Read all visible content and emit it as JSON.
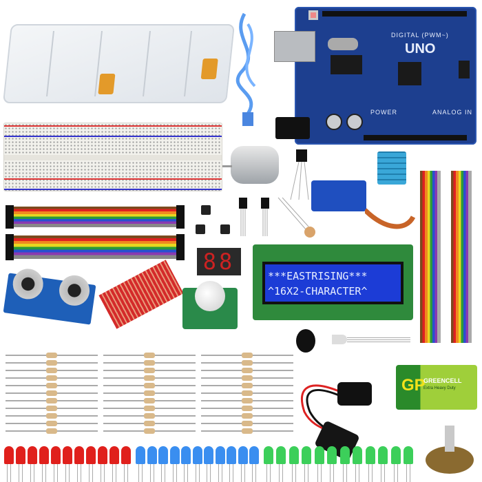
{
  "arduino": {
    "model_label": "UNO",
    "digital_label": "DIGITAL (PWM~)",
    "power_label": "POWER",
    "analog_label": "ANALOG IN",
    "board_color": "#1d3f8f"
  },
  "lcd": {
    "line1": "***EASTRISING***",
    "line2": "^16X2-CHARACTER^",
    "screen_color": "#1c3cd6",
    "pcb_color": "#2f8a3c"
  },
  "seven_segment": {
    "display": "88"
  },
  "battery": {
    "brand": "GP",
    "name": "GREENCELL",
    "subtitle": "Extra Heavy Duty"
  },
  "leds": {
    "red": {
      "count": 11,
      "color": "#e0201c"
    },
    "blue": {
      "count": 11,
      "color": "#3a8ef0"
    },
    "green": {
      "count": 12,
      "color": "#3ccf5a"
    }
  },
  "resistors": {
    "columns": 3,
    "rows": 11
  }
}
